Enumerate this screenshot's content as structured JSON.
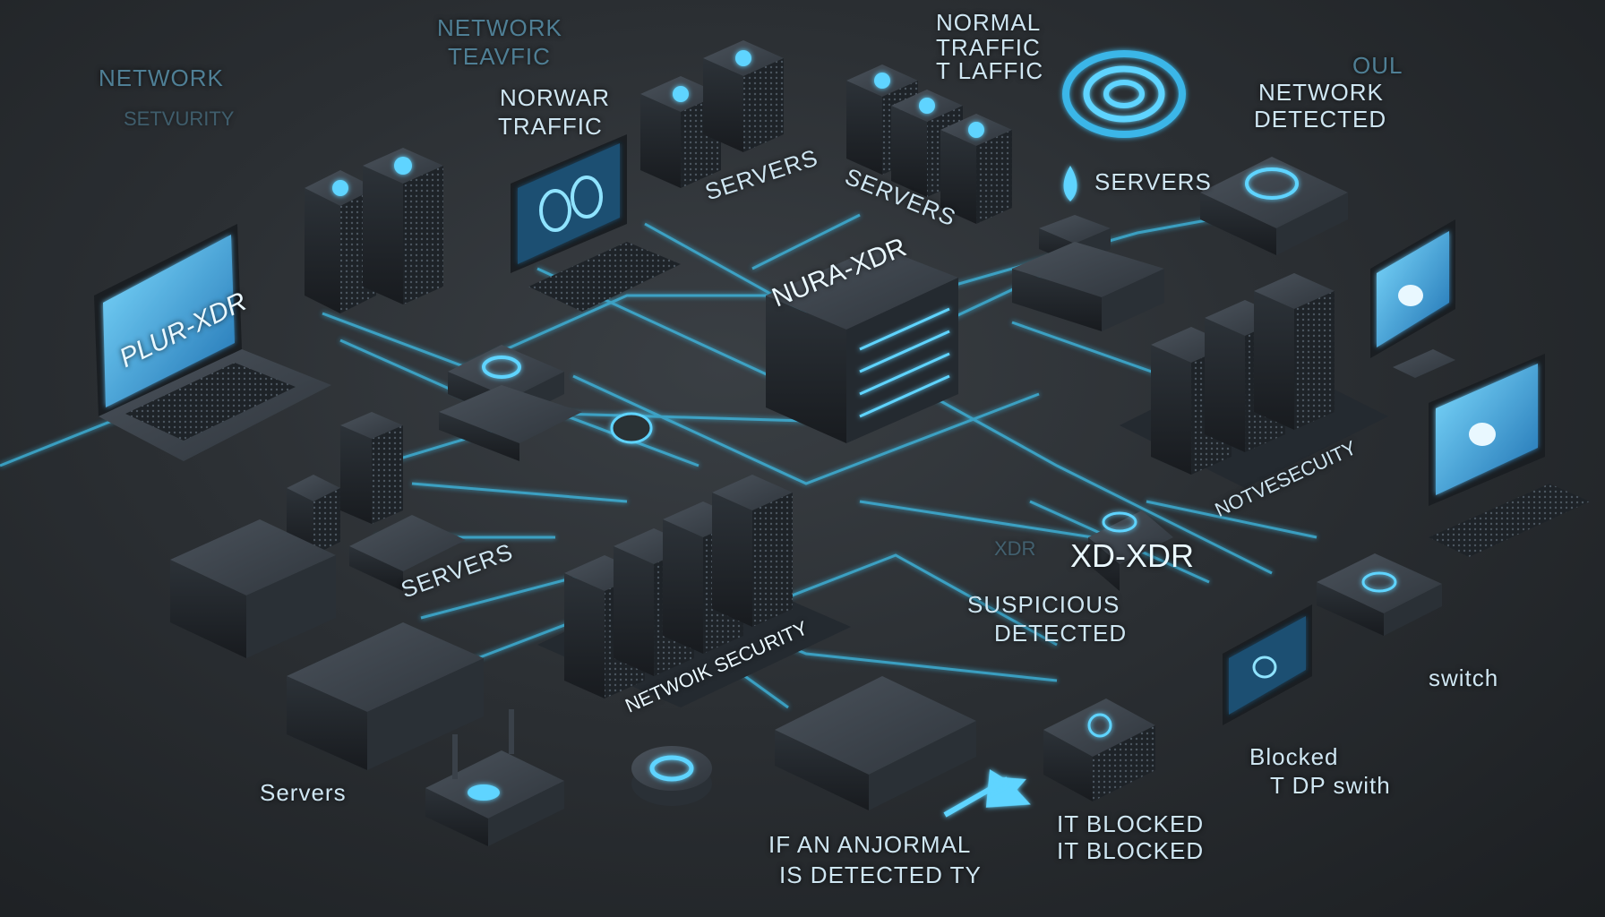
{
  "labels": {
    "network_traffic_top": "NETWORK",
    "network_traffic_top2": "TEAVFIC",
    "network_left": "NETWORK",
    "network_left_faint": "SETVURITY",
    "norwar_1": "NORWAR",
    "norwar_2": "TRAFFIC",
    "normal_1": "NORMAL",
    "normal_2": "TRAFFIC",
    "normal_3": "T LAFFIC",
    "network_detected_1": "NETWORK",
    "network_detected_2": "DETECTED",
    "network_detected_faint": "OUL",
    "servers_a": "SERVERS",
    "servers_b": "SERVERS",
    "servers_c": "SERVERS",
    "servers_d": "SERVERS",
    "servers_e": "Servers",
    "laptop_screen": "PLUR-XDR",
    "core_label": "NURA-XDR",
    "xd_xdr": "XD-XDR",
    "xdr_faint": "XDR",
    "suspicious_1": "SUSPICIOUS",
    "suspicious_2": "DETECTED",
    "network_security": "NETWOIK SECURITY",
    "notvesecurity": "NOTVESECUITY",
    "switch": "switch",
    "blocked_1": "Blocked",
    "blocked_2": "T DP swith",
    "abnormal_1": "IF AN ANJORMAL",
    "abnormal_2": "IS DETECTED TY",
    "it_blocked_1": "IT BLOCKED",
    "it_blocked_2": "IT BLOCKED"
  },
  "colors": {
    "accent": "#5fd4ff",
    "glow": "#39b8ff",
    "device_dark": "#262b31",
    "device_mid": "#3a4149",
    "background": "#2b2f33"
  },
  "icons": [
    "server-rack-icon",
    "laptop-icon",
    "monitor-lock-icon",
    "radar-target-icon",
    "sensor-drop-icon",
    "router-icon",
    "switch-icon",
    "arrow-icon",
    "fingerprint-chip-icon"
  ]
}
